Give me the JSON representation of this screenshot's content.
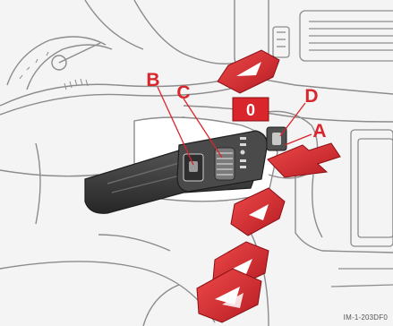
{
  "callouts": {
    "a": "A",
    "b": "B",
    "c": "C",
    "d": "D"
  },
  "zero_label": "0",
  "image_code": "IM-1-203DF0",
  "colors": {
    "arrow_red": "#d8262c",
    "line_gray": "#8c8c8c",
    "stalk_dark": "#3e3e3e",
    "background": "#f4f4f4"
  }
}
